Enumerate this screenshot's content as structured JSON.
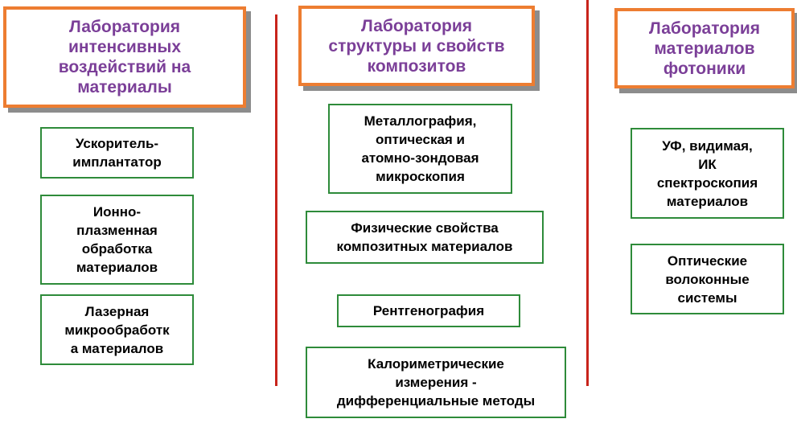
{
  "columns": [
    {
      "title": "Лаборатория\nинтенсивных\nвоздействий на\nматериалы",
      "items": [
        "Ускоритель-\nимплантатор",
        "Ионно-\nплазменная\nобработка\nматериалов",
        "Лазерная\nмикрообработк\nа материалов"
      ]
    },
    {
      "title": "Лаборатория\nструктуры и свойств\nкомпозитов",
      "items": [
        "Металлография,\nоптическая и\nатомно-зондовая\nмикроскопия",
        "Физические свойства\nкомпозитных материалов",
        "Рентгенография",
        "Калориметрические\nизмерения -\nдифференциальные методы"
      ]
    },
    {
      "title": "Лаборатория\nматериалов\nфотоники",
      "items": [
        "УФ, видимая,\nИК\nспектроскопия\nматериалов",
        "Оптические\nволоконные\nсистемы"
      ]
    }
  ],
  "colors": {
    "header_border": "#ED7D31",
    "header_text": "#7B3F98",
    "box_border": "#2E8B3A",
    "divider": "#C8241B"
  }
}
